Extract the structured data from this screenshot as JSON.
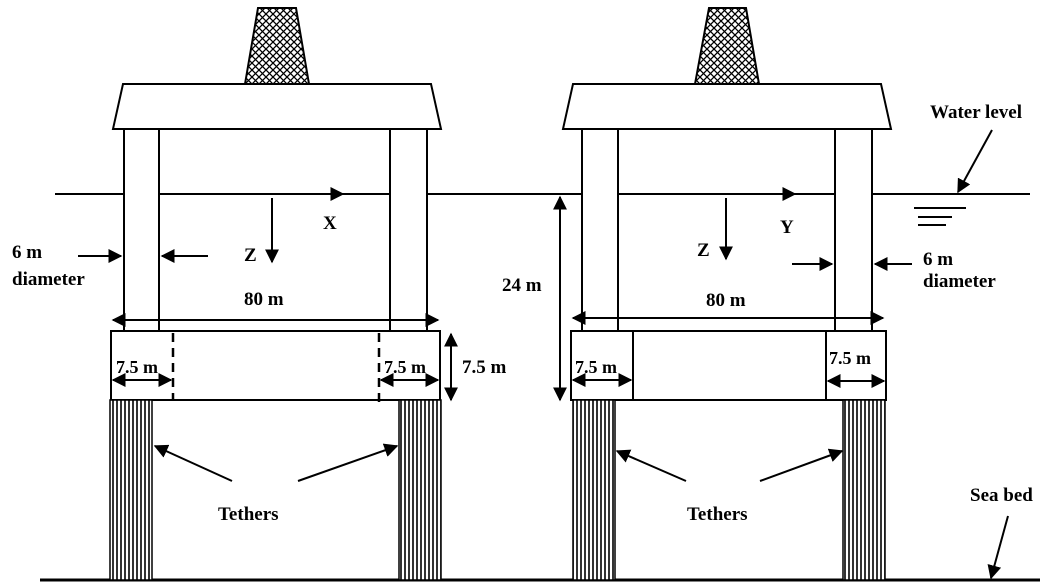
{
  "labels": {
    "water_level": "Water level",
    "sea_bed": "Sea bed",
    "axis_x": "X",
    "axis_y": "Y",
    "axis_z_left": "Z",
    "axis_z_right": "Z",
    "diameter_left_value": "6 m",
    "diameter_left_word": "diameter",
    "diameter_right_value": "6 m",
    "diameter_right_word": "diameter",
    "width_left": "80 m",
    "width_right": "80 m",
    "depth": "24 m",
    "pontoon_height": "7.5 m",
    "col_left_a": "7.5 m",
    "col_left_b": "7.5 m",
    "col_right_a": "7.5 m",
    "col_right_b": "7.5 m",
    "tethers_left": "Tethers",
    "tethers_right": "Tethers"
  }
}
